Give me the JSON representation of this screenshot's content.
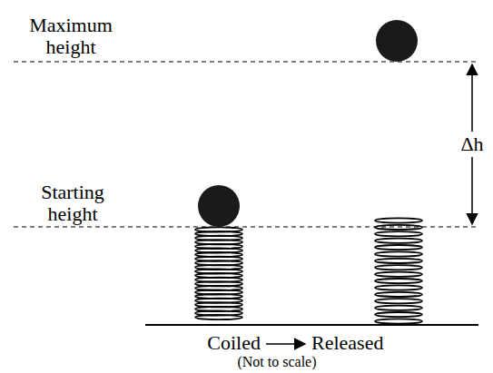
{
  "diagram": {
    "labels": [
      "Maximum height",
      "Starting height",
      "Δh",
      "Coiled",
      "Released",
      "(Not to scale)"
    ]
  }
}
